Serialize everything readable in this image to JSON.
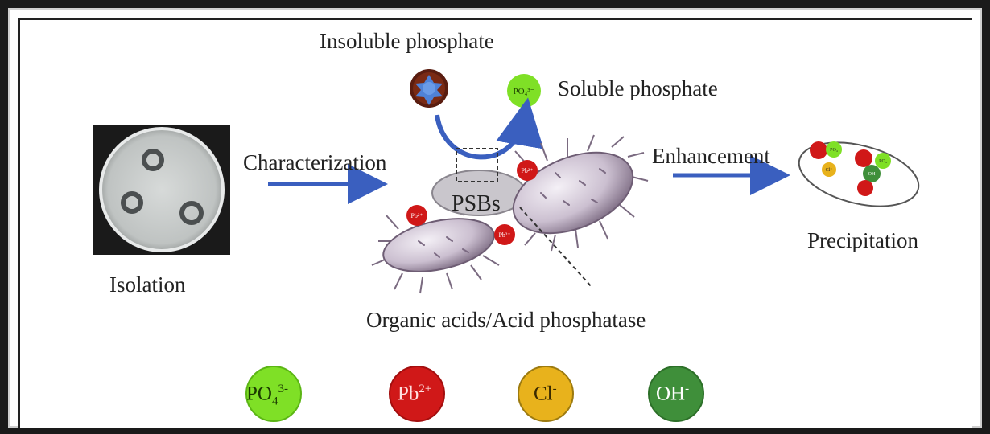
{
  "labels": {
    "insoluble": "Insoluble phosphate",
    "soluble": "Soluble phosphate",
    "characterization": "Characterization",
    "enhancement": "Enhancement",
    "isolation": "Isolation",
    "precipitation": "Precipitation",
    "organic_acids": "Organic acids/Acid phosphatase",
    "psbs": "PSBs"
  },
  "ions": {
    "po4": {
      "base": "PO",
      "sub": "4",
      "sup": "3-",
      "color": "#7fe026"
    },
    "pb": {
      "base": "Pb",
      "sup": "2+",
      "color": "#d01818"
    },
    "cl": {
      "base": "Cl",
      "sup": "-",
      "color": "#e8b21c"
    },
    "oh": {
      "base": "OH",
      "sup": "-",
      "color": "#3f8f3a"
    }
  },
  "colors": {
    "arrow": "#3a5fbf",
    "bacteria": "#cbbfd0",
    "insoluble_particle": "#5a1d10"
  }
}
